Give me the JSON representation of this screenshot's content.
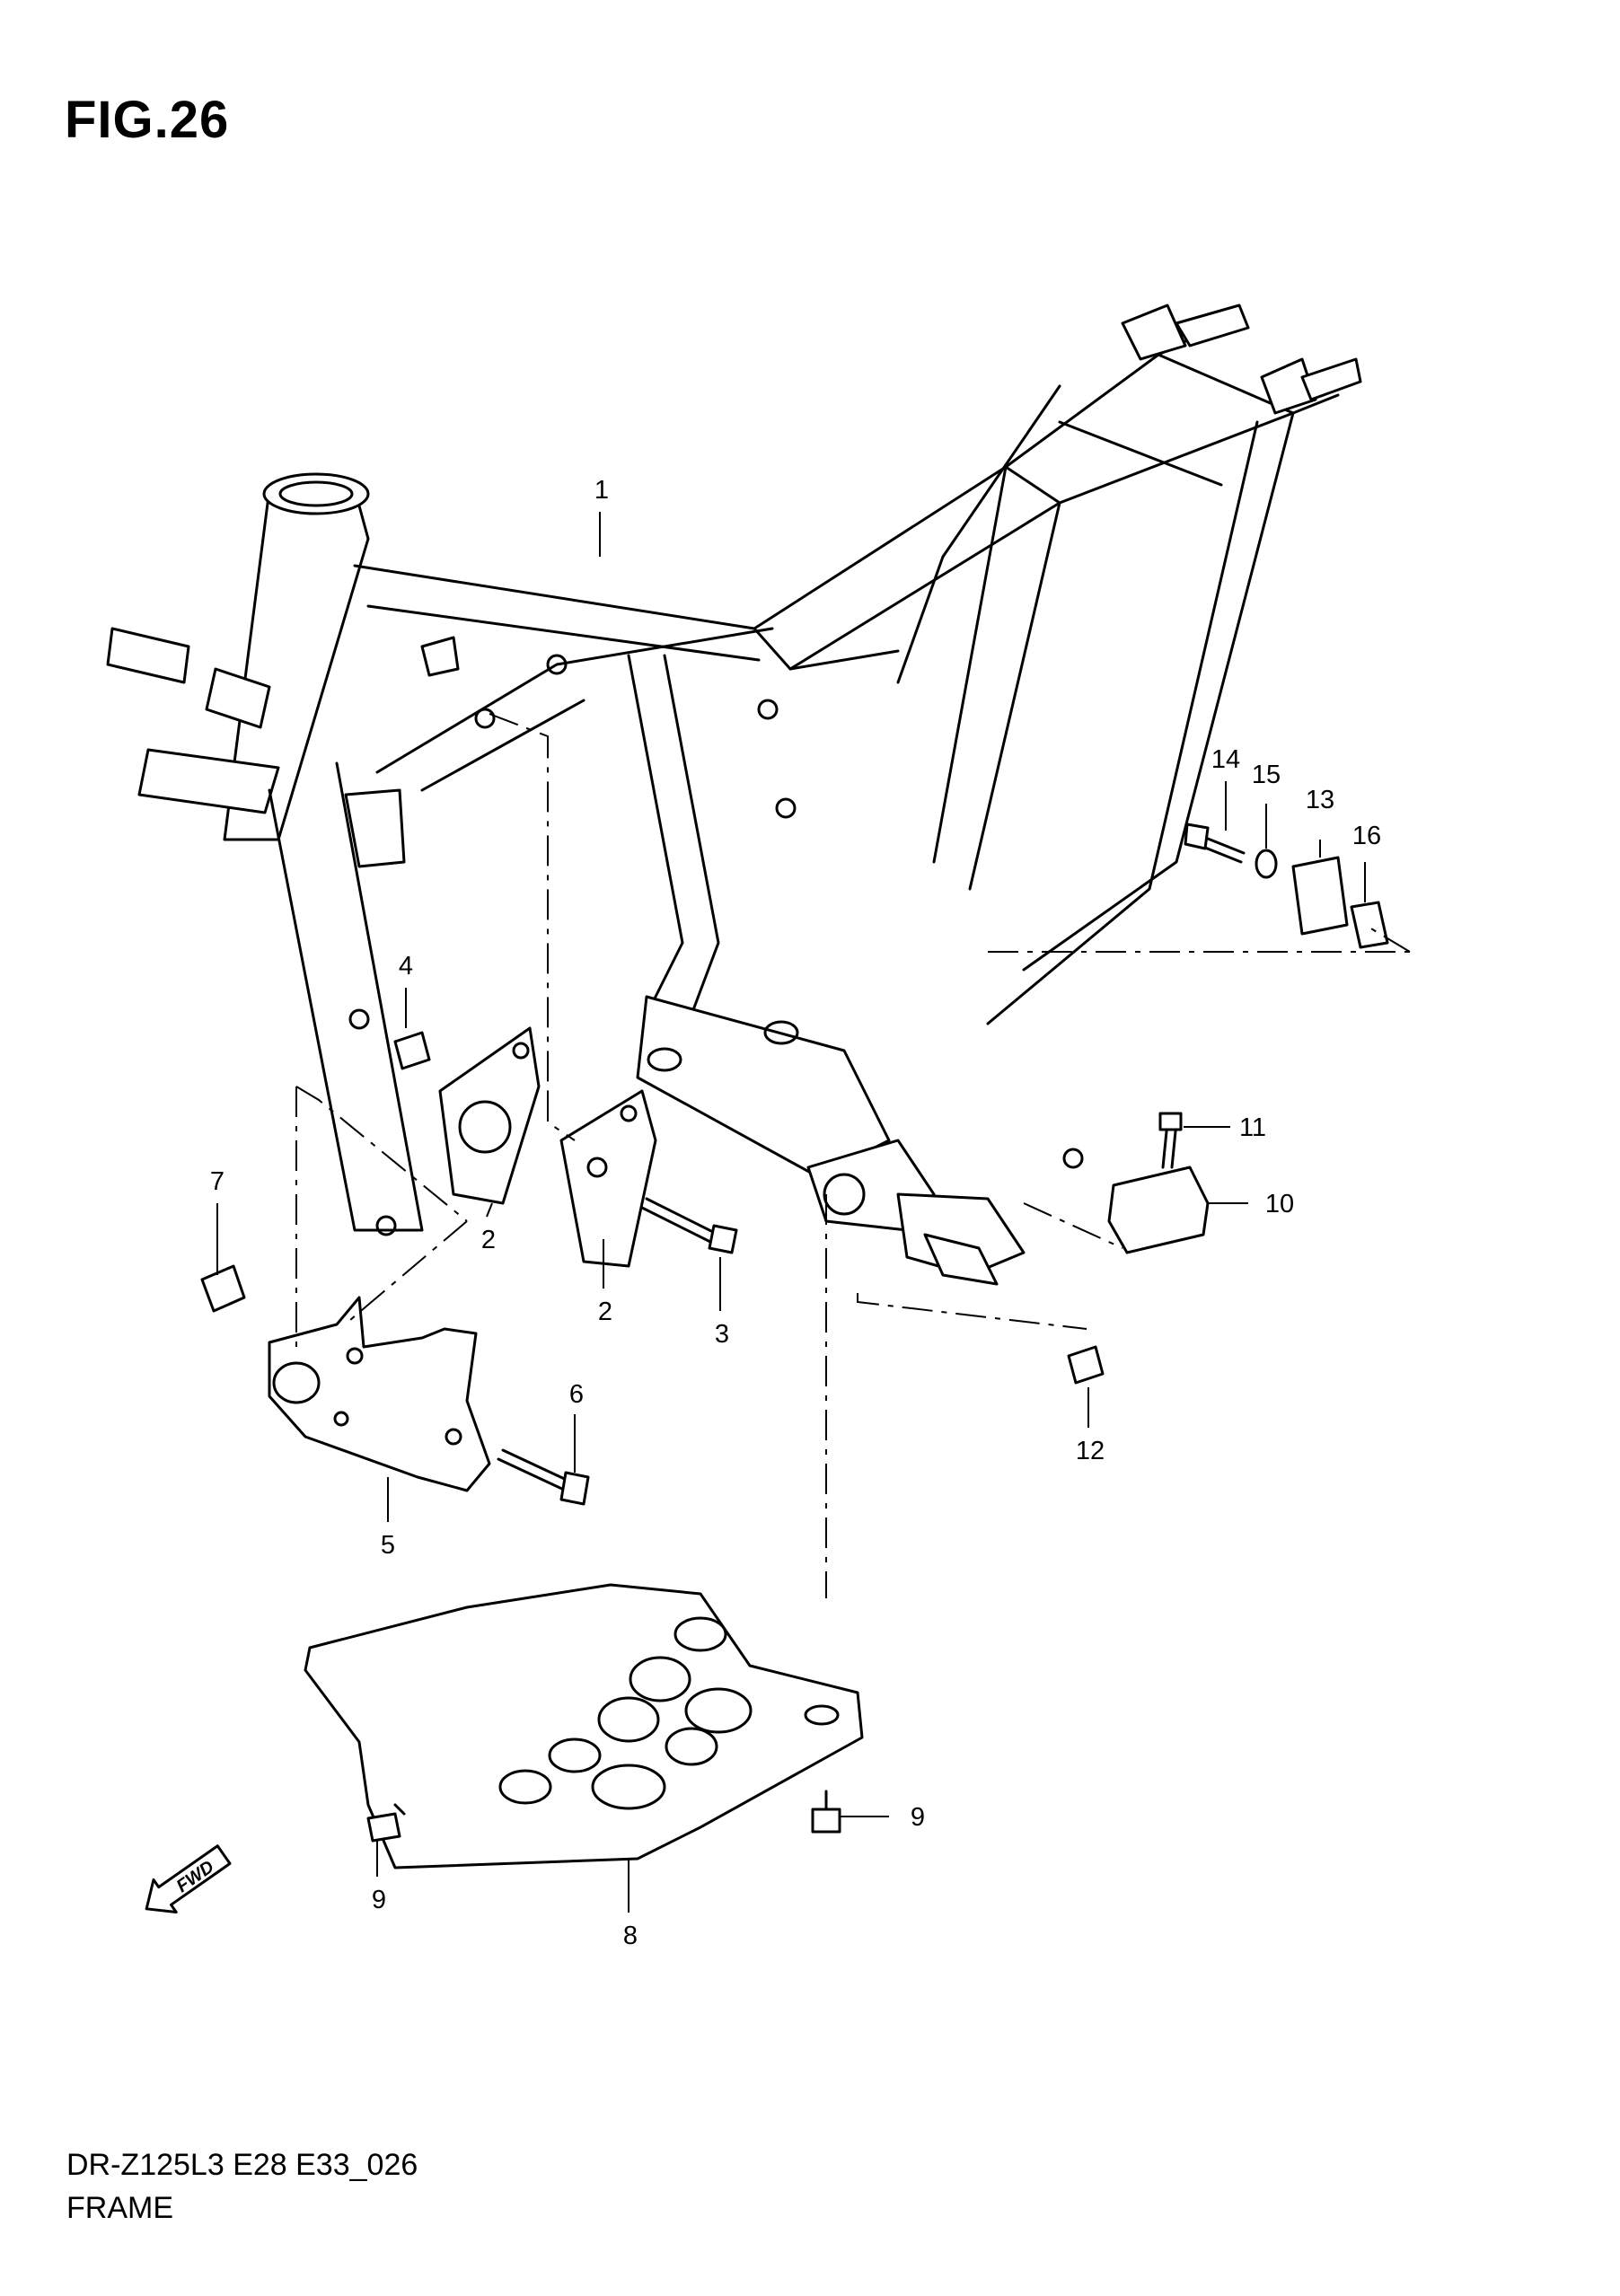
{
  "figure": {
    "title": "FIG.26"
  },
  "footer": {
    "model_code": "DR-Z125L3  E28  E33_026",
    "section_name": "FRAME"
  },
  "fwd_label": "FWD",
  "callouts": [
    "1",
    "2",
    "2",
    "3",
    "4",
    "5",
    "6",
    "7",
    "8",
    "9",
    "9",
    "10",
    "11",
    "12",
    "13",
    "14",
    "15",
    "16"
  ]
}
